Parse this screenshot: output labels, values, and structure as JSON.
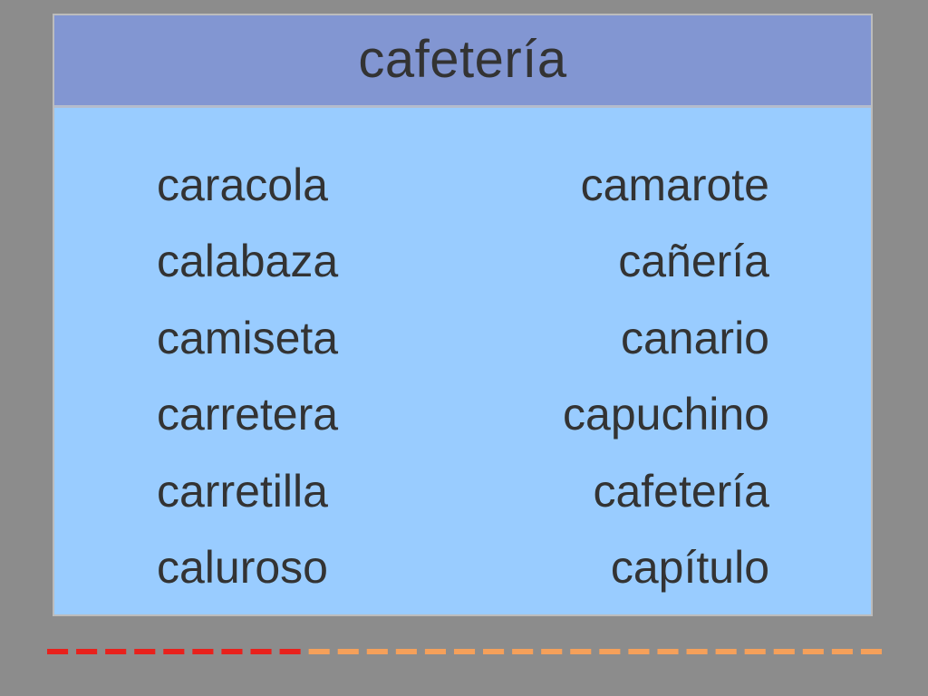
{
  "title": "cafetería",
  "left_words": [
    "caracola",
    "calabaza",
    "camiseta",
    "carretera",
    "carretilla",
    "caluroso"
  ],
  "right_words": [
    "camarote",
    "cañería",
    "canario",
    "capuchino",
    "cafetería",
    "capítulo"
  ],
  "progress": {
    "completed_segments": 9,
    "total_segments": 29,
    "completed_color": "#e8211c",
    "remaining_color": "#f5a05a"
  },
  "colors": {
    "background": "#8c8c8c",
    "title_bar": "#8296d2",
    "card": "#99ccff",
    "text": "#333333"
  }
}
